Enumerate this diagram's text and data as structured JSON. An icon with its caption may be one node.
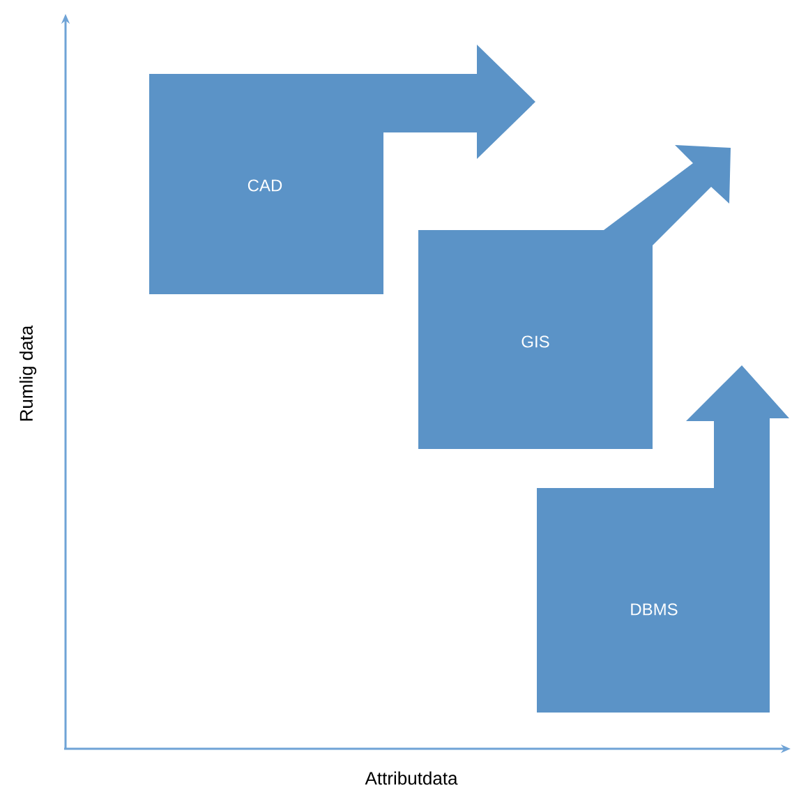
{
  "diagram": {
    "nodes": [
      {
        "text": [
          "CAD"
        ]
      },
      {
        "text": [
          "GIS"
        ]
      },
      {
        "text": [
          "DBMS"
        ]
      }
    ],
    "labels": [
      "Rumlig data",
      "Attributdata"
    ]
  }
}
